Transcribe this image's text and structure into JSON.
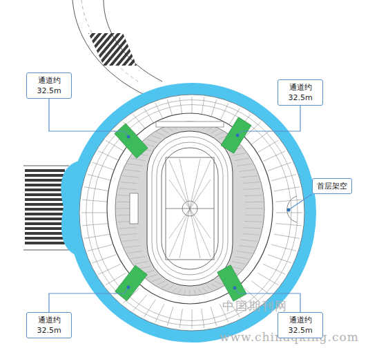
{
  "diagram": {
    "nodes": [
      {
        "text": [
          "通道约 32.5m"
        ]
      },
      {
        "text": [
          "通道约 32.5m"
        ]
      },
      {
        "text": [
          "首层架空"
        ]
      },
      {
        "text": [
          "通道约 32.5m"
        ]
      },
      {
        "text": [
          "通道约 32.5m"
        ]
      }
    ],
    "labels": [
      "中国期刊网",
      "www.chinaqking.com"
    ]
  }
}
